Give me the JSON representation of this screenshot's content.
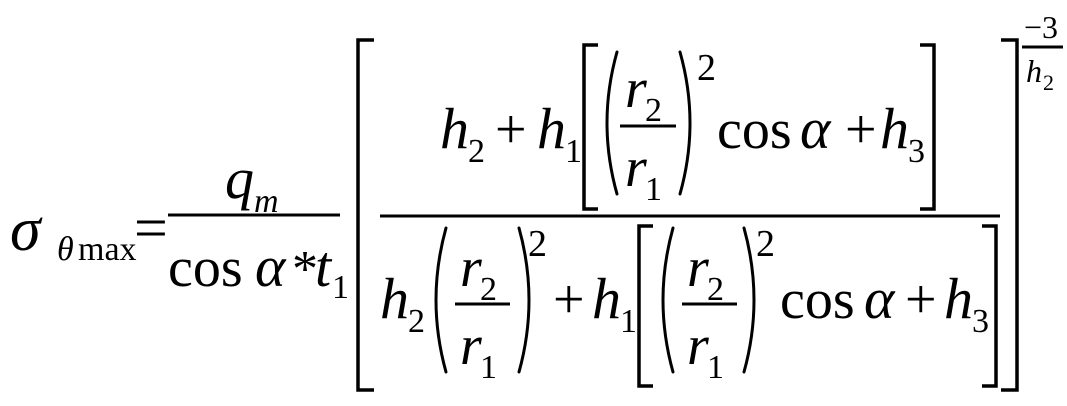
{
  "formula": {
    "lhs": {
      "symbol": "σ",
      "subscript_theta": "θ",
      "subscript_max": "max"
    },
    "equals": "=",
    "coefficient": {
      "numerator": {
        "q": "q",
        "sub_m": "m"
      },
      "denominator": {
        "cos": "cos",
        "alpha": "α",
        "times": "*",
        "t": "t",
        "sub_1": "1"
      }
    },
    "bracket_numerator": {
      "h2": "h",
      "h2_sub": "2",
      "plus1": "+",
      "h1": "h",
      "h1_sub": "1",
      "frac_r2": "r",
      "frac_r2_sub": "2",
      "frac_r1": "r",
      "frac_r1_sub": "1",
      "square": "2",
      "cos": "cos",
      "alpha": "α",
      "plus2": "+",
      "h3": "h",
      "h3_sub": "3"
    },
    "bracket_denominator": {
      "h2": "h",
      "h2_sub": "2",
      "frac1_r2": "r",
      "frac1_r2_sub": "2",
      "frac1_r1": "r",
      "frac1_r1_sub": "1",
      "square1": "2",
      "plus1": "+",
      "h1": "h",
      "h1_sub": "1",
      "frac2_r2": "r",
      "frac2_r2_sub": "2",
      "frac2_r1": "r",
      "frac2_r1_sub": "1",
      "square2": "2",
      "cos": "cos",
      "alpha": "α",
      "plus2": "+",
      "h3": "h",
      "h3_sub": "3"
    },
    "exponent": {
      "numerator": "−3",
      "denominator_h": "h",
      "denominator_sub": "2"
    }
  }
}
